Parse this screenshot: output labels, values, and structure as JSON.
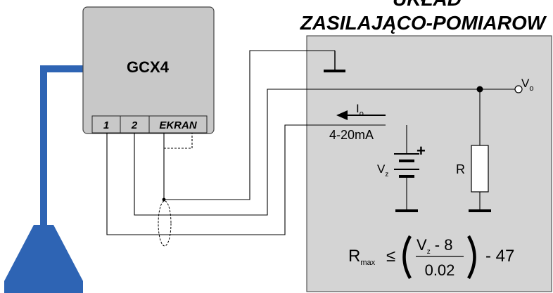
{
  "header": {
    "line1": "UKŁAD",
    "line2": "ZASILAJĄCO-POMIAROW"
  },
  "device": {
    "name": "GCX4",
    "terminals": [
      "1",
      "2",
      "EKRAN"
    ]
  },
  "circuit": {
    "vo_symbol": "V",
    "vo_sub": "o",
    "io_symbol": "I",
    "io_sub": "o",
    "current_range": "4-20mA",
    "vz_symbol": "V",
    "vz_sub": "z",
    "plus_sign": "+",
    "resistor_label": "R"
  },
  "formula": {
    "r_symbol": "R",
    "r_sub": "max",
    "le_sign": "≤",
    "numerator_symbol": "V",
    "numerator_sub": "z",
    "numerator_rest": " - 8",
    "denominator": "0.02",
    "tail": "- 47"
  },
  "colors": {
    "device_fill": "#c8c8c8",
    "panel_fill": "#d4d4d4",
    "sensor_blue": "#2e64b4"
  }
}
